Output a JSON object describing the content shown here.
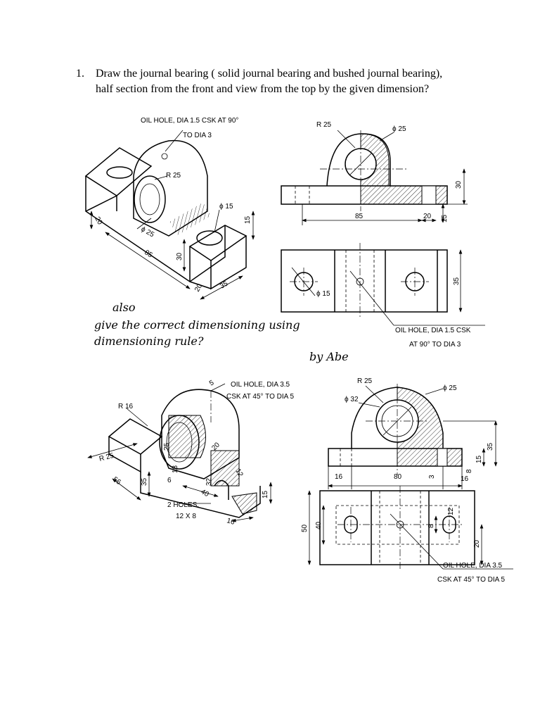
{
  "question": {
    "number": "1.",
    "line1": "Draw the journal bearing ( solid journal bearing and bushed journal bearing),",
    "line2": "half section from the front and view from the top by the given dimension?"
  },
  "fig1": {
    "oil_hole_1": "OIL HOLE, DIA 1.5 CSK AT 90°",
    "oil_hole_2": "TO DIA 3",
    "r25": "R 25",
    "phi25": "ϕ 25",
    "phi15": "ϕ 15",
    "d15": "15",
    "d20a": "20",
    "d30": "30",
    "d85": "85",
    "d20b": "20",
    "d35": "35"
  },
  "fig1_views": {
    "r25": "R 25",
    "phi25": "ϕ 25",
    "d30": "30",
    "d85": "85",
    "d20": "20",
    "d15": "15",
    "d35": "35",
    "phi15": "ϕ 15",
    "oil_hole_1": "OIL HOLE, DIA 1.5 CSK",
    "oil_hole_2": "AT 90° TO DIA 3"
  },
  "note": {
    "line1": "also",
    "line2": "give the correct dimensioning using",
    "line3": "dimensioning rule?",
    "author": "by Abe"
  },
  "fig2": {
    "oil_hole_1": "OIL HOLE, DIA 3.5",
    "oil_hole_2": "CSK AT 45° TO DIA 5",
    "r16": "R 16",
    "r25": "R 25",
    "d56": "56",
    "d35": "35",
    "d25": "25",
    "d20": "20",
    "d6": "6",
    "d13": "13",
    "d32": "32",
    "d40": "40",
    "d12": "12",
    "d15": "15",
    "d16": "16",
    "d5": "5",
    "holes_1": "2 HOLES,",
    "holes_2": "12 X 8"
  },
  "fig2_views": {
    "r25": "R 25",
    "phi25": "ϕ 25",
    "phi32": "ϕ 32",
    "d35": "35",
    "d15": "15",
    "d8": "8",
    "d16a": "16",
    "d80": "80",
    "d3": "3",
    "d16b": "16",
    "d50": "50",
    "d40": "40",
    "d12": "12",
    "d8b": "8",
    "d20": "20",
    "oil_hole_1": "OIL HOLE, DIA 3.5",
    "oil_hole_2": "CSK AT 45° TO DIA 5"
  }
}
